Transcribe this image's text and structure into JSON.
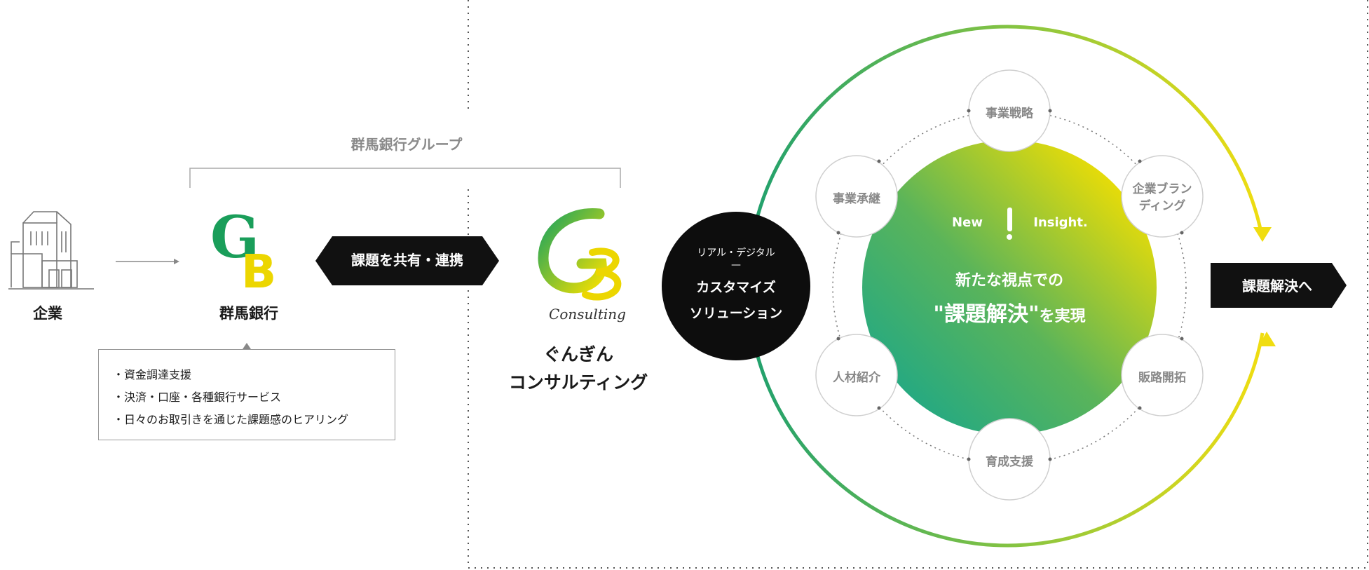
{
  "colors": {
    "green": "#1fa06e",
    "yellow": "#f5e000",
    "black": "#111111",
    "gray": "#8a8a8a"
  },
  "company": {
    "label": "企業",
    "icon": "building-icon"
  },
  "group": {
    "label": "群馬銀行グループ"
  },
  "bank": {
    "name": "群馬銀行",
    "logo": "GB"
  },
  "services": [
    "・資金調達支援",
    "・決済・口座・各種銀行サービス",
    "・日々のお取引きを通じた課題感のヒアリング"
  ],
  "share": {
    "label": "課題を共有・連携"
  },
  "consulting": {
    "logo_sub": "Consulting",
    "name_line1": "ぐんぎん",
    "name_line2": "コンサルティング"
  },
  "solution": {
    "sub": "リアル・デジタル",
    "dash": "—",
    "line1": "カスタマイズ",
    "line2": "ソリューション"
  },
  "center": {
    "new_word": "New",
    "exclaim": "!",
    "insight_word": "Insight.",
    "line1": "新たな視点での",
    "line2_main": "\"課題解決\"",
    "line2_suffix": "を実現"
  },
  "nodes": {
    "strategy": "事業戦略",
    "branding_l1": "企業ブラン",
    "branding_l2": "ディング",
    "sales": "販路開拓",
    "training": "育成支援",
    "hr": "人材紹介",
    "succession": "事業承継"
  },
  "solve": {
    "label": "課題解決へ"
  }
}
